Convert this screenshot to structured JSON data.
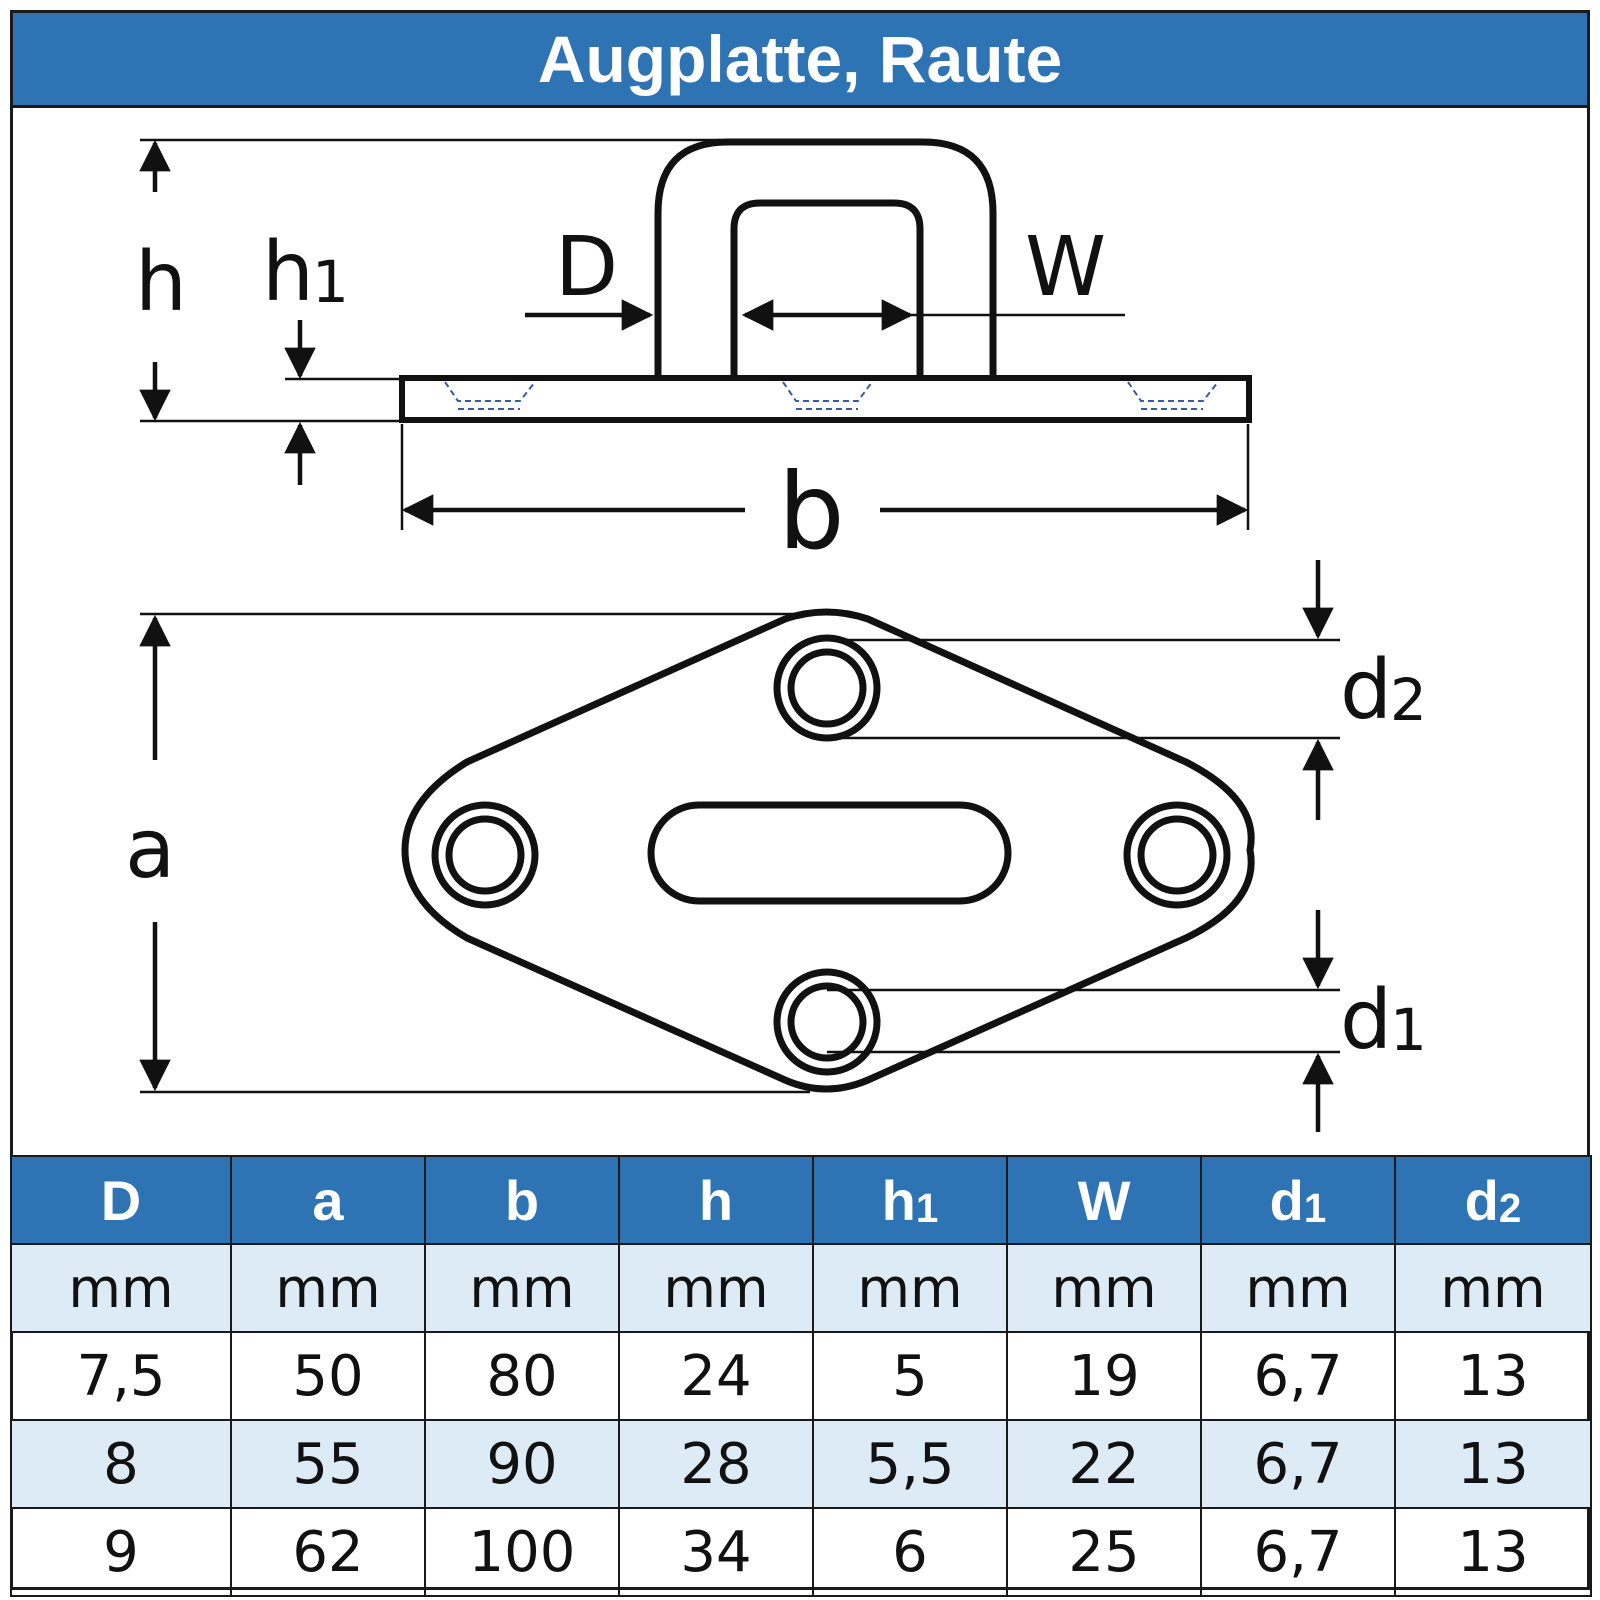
{
  "title": "Augplatte, Raute",
  "colors": {
    "header": "#2e74b5",
    "header_text": "#ffffff",
    "stripe": "#ddebf7",
    "line": "#111111"
  },
  "diagram": {
    "labels": {
      "h": "h",
      "h1_main": "h",
      "h1_sub": "1",
      "D": "D",
      "W": "W",
      "b": "b",
      "a": "a",
      "d2_main": "d",
      "d2_sub": "2",
      "d1_main": "d",
      "d1_sub": "1"
    }
  },
  "table": {
    "headers": [
      {
        "main": "D",
        "sub": ""
      },
      {
        "main": "a",
        "sub": ""
      },
      {
        "main": "b",
        "sub": ""
      },
      {
        "main": "h",
        "sub": ""
      },
      {
        "main": "h",
        "sub": "1"
      },
      {
        "main": "W",
        "sub": ""
      },
      {
        "main": "d",
        "sub": "1"
      },
      {
        "main": "d",
        "sub": "2"
      }
    ],
    "units": [
      "mm",
      "mm",
      "mm",
      "mm",
      "mm",
      "mm",
      "mm",
      "mm"
    ],
    "rows": [
      [
        "7,5",
        "50",
        "80",
        "24",
        "5",
        "19",
        "6,7",
        "13"
      ],
      [
        "8",
        "55",
        "90",
        "28",
        "5,5",
        "22",
        "6,7",
        "13"
      ],
      [
        "9",
        "62",
        "100",
        "34",
        "6",
        "25",
        "6,7",
        "13"
      ]
    ]
  }
}
